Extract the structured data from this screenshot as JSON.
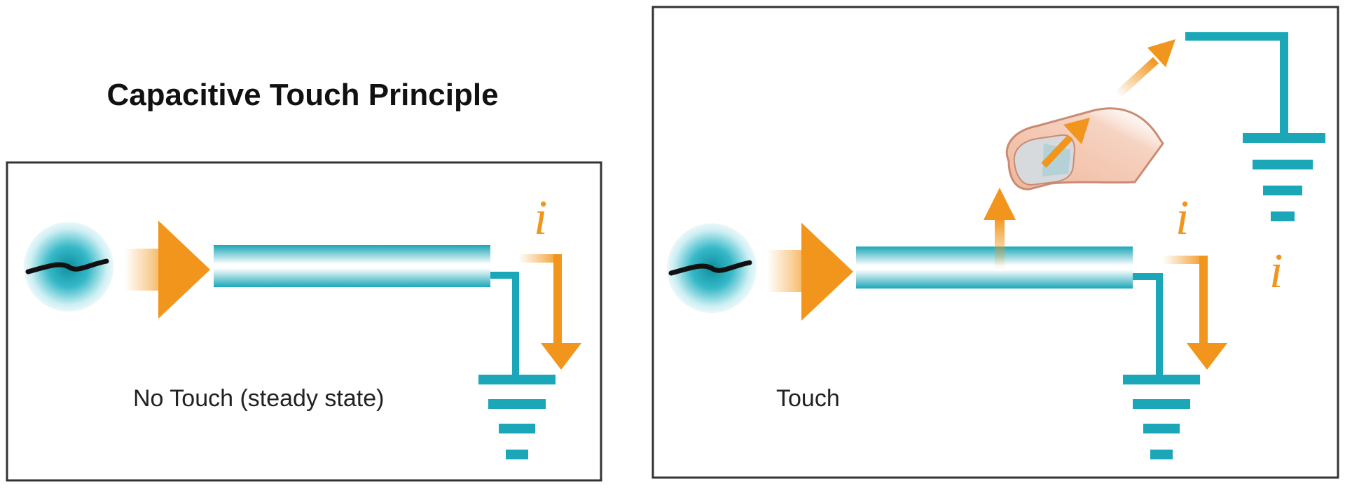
{
  "title": "Capacitive Touch Principle",
  "panels": [
    {
      "caption": "No Touch (steady state)",
      "current_label": "i"
    },
    {
      "caption": "Touch",
      "current_label": "i",
      "finger_current_label": "i"
    }
  ],
  "colors": {
    "line": "#1ba7b8",
    "arrow": "#f2951c",
    "source": "#2bb3c3",
    "border": "#333333",
    "finger": "#f1c0a8"
  },
  "icons": [
    "signal-source-icon",
    "ground-symbol-icon",
    "finger-icon"
  ]
}
